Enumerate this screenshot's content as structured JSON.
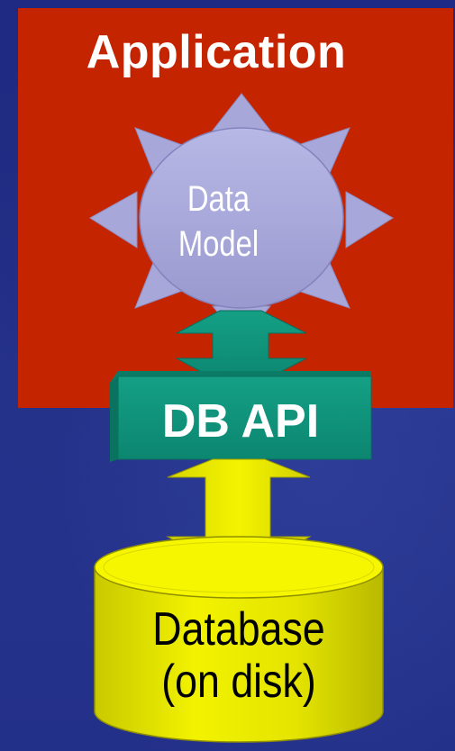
{
  "diagram": {
    "application_label": "Application",
    "data_model_line1": "Data",
    "data_model_line2": "Model",
    "db_api_label": "DB API",
    "database_line1": "Database",
    "database_line2": "(on disk)"
  },
  "colors": {
    "background": "#242f8c",
    "application_box": "#c42400",
    "data_model_fill": "#a6a6d8",
    "db_api_fill": "#10927a",
    "database_fill": "#e0e000"
  }
}
